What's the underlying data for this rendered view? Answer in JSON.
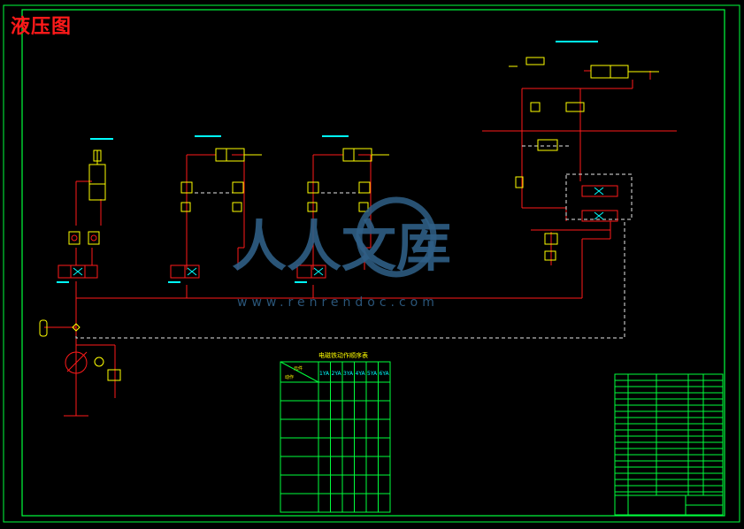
{
  "drawing": {
    "title": "液压图"
  },
  "watermark": {
    "brand": "人人文库",
    "url": "www.renrendoc.com"
  },
  "valve_table": {
    "title": "电磁铁动作顺序表",
    "header_corner_top": "元件",
    "header_corner_bottom": "动作",
    "columns": [
      "1YA",
      "2YA",
      "3YA",
      "4YA",
      "5YA",
      "6YA"
    ]
  },
  "colors": {
    "frame": "#00ff3c",
    "lines": "#ff1a1a",
    "dashed": "#e6e6e6",
    "components": "#ffff00",
    "labels": "#00ffff",
    "watermark": "#2f5f86"
  }
}
